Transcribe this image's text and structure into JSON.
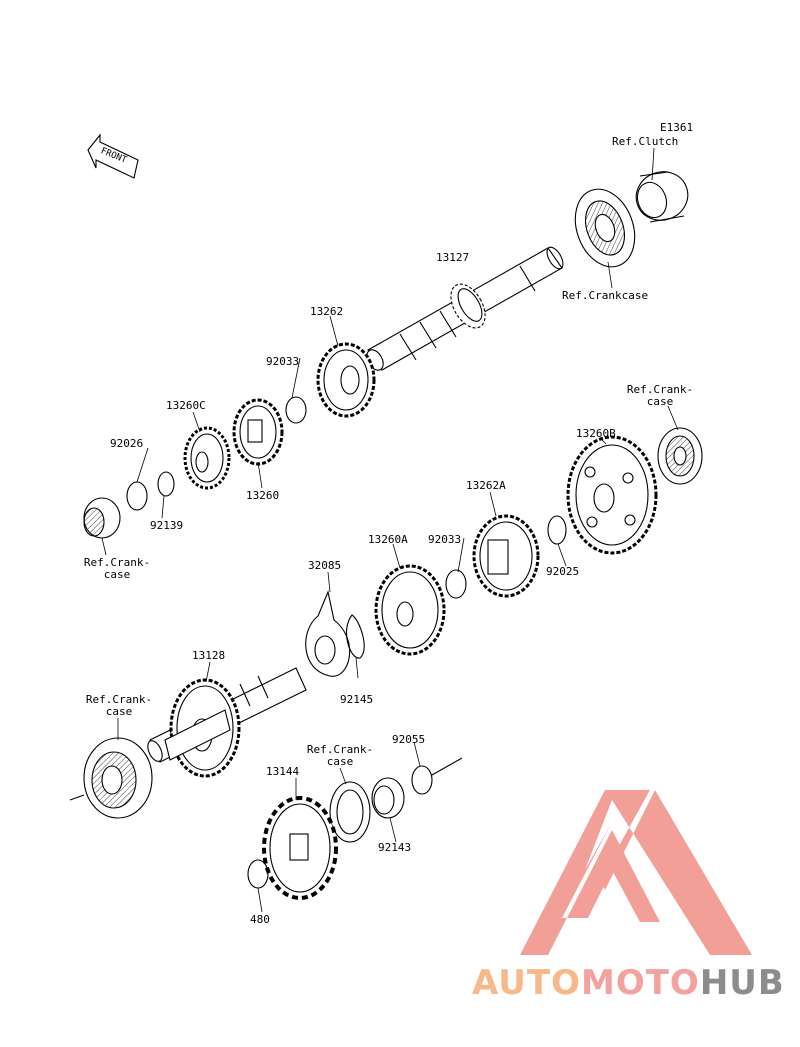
{
  "diagram": {
    "code": "E1361",
    "front_label": "FRONT",
    "labels": {
      "ref_clutch": "Ref.Clutch",
      "ref_crankcase_top": "Ref.Crankcase",
      "ref_crankcase_right": "Ref.Crank-\ncase",
      "ref_crankcase_left": "Ref.Crank-\ncase",
      "ref_crankcase_lower_left": "Ref.Crank-\ncase",
      "ref_crankcase_lower_mid": "Ref.Crank-\ncase",
      "p13127": "13127",
      "p13262": "13262",
      "p92033_a": "92033",
      "p13260C": "13260C",
      "p92026": "92026",
      "p92139": "92139",
      "p13260": "13260",
      "p13260B": "13260B",
      "p13262A": "13262A",
      "p13260A": "13260A",
      "p92033_b": "92033",
      "p92025": "92025",
      "p32085": "32085",
      "p13128": "13128",
      "p92145": "92145",
      "p92055": "92055",
      "p13144": "13144",
      "p92143": "92143",
      "p480": "480"
    }
  },
  "watermark": {
    "part1": "AUTO",
    "part2": "MOTO",
    "part3": "HUB",
    "colors": {
      "part1": "#f7b98a",
      "part2": "#f2a3a0",
      "part3": "#8c8c8c",
      "logo": "#f08e86"
    }
  }
}
